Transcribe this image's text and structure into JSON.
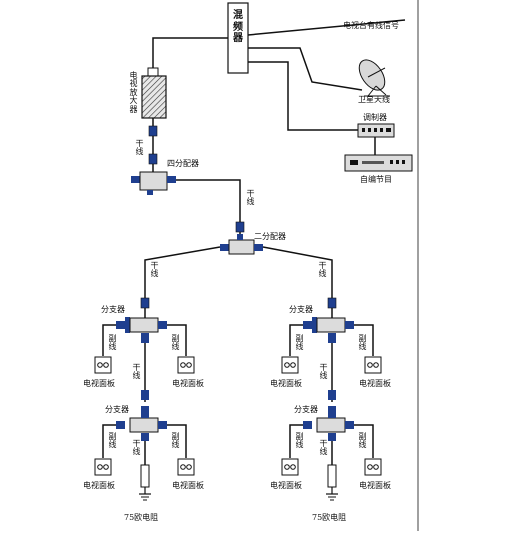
{
  "labels": {
    "mixer": "混频器",
    "cable_signal": "电视台有线信号",
    "satellite": "卫星天线",
    "modulator": "调制器",
    "self_program": "自编节目",
    "amplifier": "电视放大器",
    "trunk": "干线",
    "four_way_splitter": "四分配器",
    "two_way_splitter": "二分配器",
    "tap": "分支器",
    "branch": "副线",
    "tv_panel": "电视面板",
    "terminator": "75欧电阻"
  },
  "colors": {
    "line": "#111111",
    "connector": "#1f3f8f",
    "box_fill": "#ffffff",
    "device_fill": "#dcdcdc"
  },
  "icons": {
    "satellite": "satellite-dish-icon",
    "receiver": "receiver-box-icon",
    "outlet": "tv-outlet-icon",
    "ground": "ground-icon",
    "resistor": "resistor-icon"
  }
}
